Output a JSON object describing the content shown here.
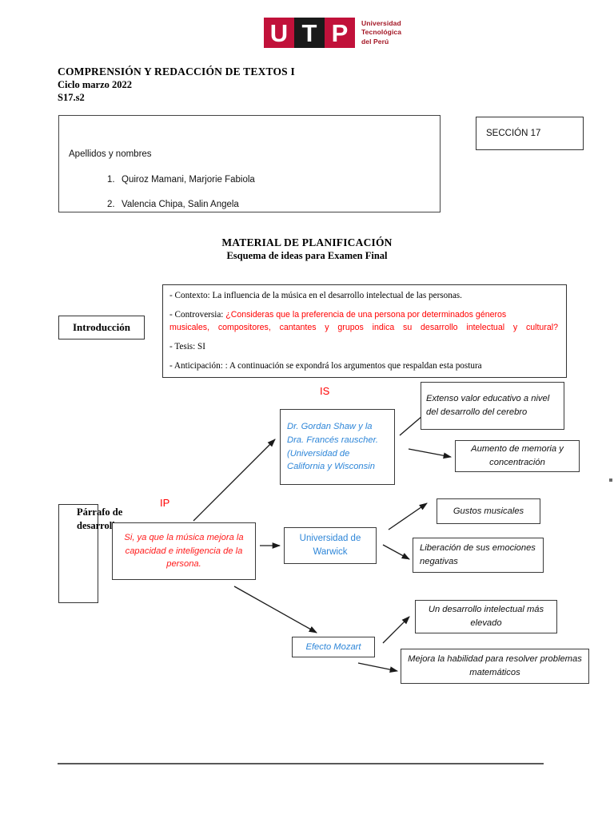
{
  "logo": {
    "letters": [
      "U",
      "T",
      "P"
    ],
    "name_lines": [
      "Universidad",
      "Tecnológica",
      "del Perú"
    ],
    "colors": {
      "block_red": "#c1113a",
      "block_black": "#1a1a1a",
      "text_red": "#a31624"
    }
  },
  "header": {
    "course": "COMPRENSIÓN Y REDACCIÓN DE TEXTOS I",
    "cycle": "Ciclo marzo 2022",
    "session": "S17.s2"
  },
  "names_box": {
    "label": "Apellidos y nombres",
    "students": [
      {
        "num": "1.",
        "name": "Quiroz Mamani, Marjorie Fabiola"
      },
      {
        "num": "2.",
        "name": "Valencia Chipa, Salin Angela"
      }
    ]
  },
  "section_box": {
    "label": "SECCIÓN 17"
  },
  "main_title": {
    "line1": "MATERIAL DE PLANIFICACIÓN",
    "line2": "Esquema de ideas para Examen Final"
  },
  "introduction": {
    "tag": "Introducción",
    "contexto_label": "- Contexto:",
    "contexto_text": "La influencia de la música en el desarrollo intelectual de las personas.",
    "controversia_label": "- Controversia:",
    "controversia_text_1": "¿Consideras que la preferencia de una persona por determinados géneros",
    "controversia_text_2": "musicales, compositores, cantantes y grupos indica su desarrollo intelectual y cultural?",
    "tesis": "- Tesis: SI",
    "anticipacion": "- Anticipación: : A continuación se expondrá los argumentos que respaldan esta postura"
  },
  "body": {
    "tag_line1": "Párrafo de",
    "tag_line2": "desarrollo"
  },
  "connectors": {
    "is_label": "IS",
    "ip_label": "IP"
  },
  "diagram": {
    "shaw": "Dr. Gordan Shaw y la Dra. Francés rauscher. (Universidad de California y Wisconsin",
    "extenso": "Extenso valor educativo a nivel del desarrollo del cerebro",
    "aumento": "Aumento de memoria y concentración",
    "si_musica": "Si, ya que la música mejora la capacidad e inteligencia de la persona.",
    "warwick": "Universidad de Warwick",
    "gustos": "Gustos musicales",
    "liberacion": "Liberación de sus emociones negativas",
    "desarrollo_intelectual": "Un desarrollo intelectual más elevado",
    "mozart": "Efecto Mozart",
    "mejora": "Mejora la habilidad para resolver problemas matemáticos"
  },
  "colors": {
    "red_text": "#ff0000",
    "blue_text": "#2e86d8",
    "black_text": "#111111",
    "border": "#3a3a3a"
  }
}
